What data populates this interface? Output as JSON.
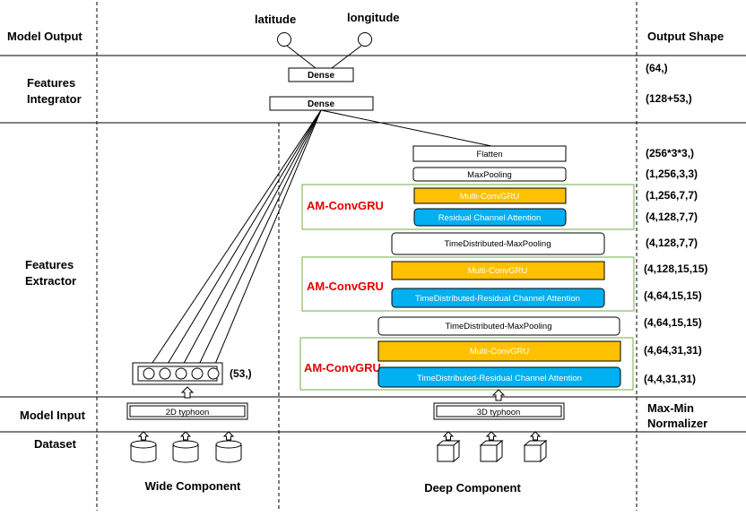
{
  "outputs": {
    "latitude": "latitude",
    "longitude": "longitude"
  },
  "rows": {
    "model_output": "Model Output",
    "features_integrator_1": "Features",
    "features_integrator_2": "Integrator",
    "features_extractor_1": "Features",
    "features_extractor_2": "Extractor",
    "model_input": "Model Input",
    "dataset": "Dataset"
  },
  "output_shape": {
    "title": "Output Shape",
    "values": [
      "(64,)",
      "(128+53,)",
      "(256*3*3,)",
      "(1,256,3,3)",
      "(1,256,7,7)",
      "(4,128,7,7)",
      "(4,128,7,7)",
      "(4,128,15,15)",
      "(4,64,15,15)",
      "(4,64,15,15)",
      "(4,64,31,31)",
      "(4,4,31,31)"
    ],
    "normalizer_1": "Max-Min",
    "normalizer_2": "Normalizer"
  },
  "integrator": {
    "dense_top": "Dense",
    "dense_bottom": "Dense"
  },
  "extractor": {
    "flatten": "Flatten",
    "maxpool": "MaxPooling",
    "block_label": "AM-ConvGRU",
    "multi_convgru": "Multi-ConvGRU",
    "residual_attention": "Residual Channel Attention",
    "td_maxpool": "TimeDistributed-MaxPooling",
    "td_residual_attention": "TimeDistributed-Residual  Channel Attention"
  },
  "wide": {
    "shape": "(53,)",
    "input": "2D typhoon",
    "component": "Wide Component"
  },
  "deep": {
    "input": "3D typhoon",
    "component": "Deep Component"
  },
  "colors": {
    "orange": "#ffc000",
    "blue": "#00b0f0",
    "green": "#70ad47",
    "red": "#e60000"
  }
}
